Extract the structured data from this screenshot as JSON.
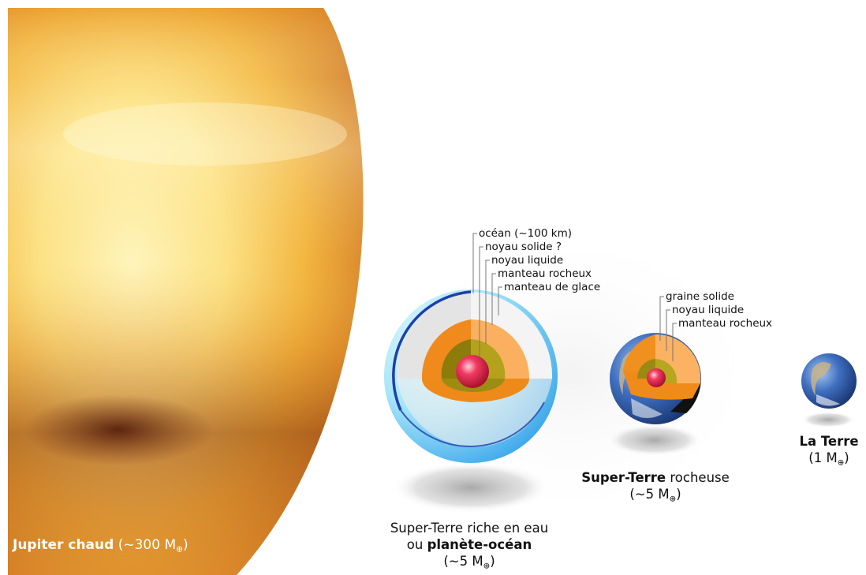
{
  "colors": {
    "jupiter_light": "#fff6b0",
    "jupiter_mid": "#f2b23a",
    "jupiter_dark": "#6e2a0e",
    "ocean_blue": "#62c6f2",
    "ice_mantle": "#ececec",
    "rock_mantle": "#f59a2a",
    "liquid_core": "#9a8a12",
    "solid_core": "#e0183c",
    "earth_blue": "#2a5da8"
  },
  "jupiter": {
    "name": "Jupiter chaud",
    "mass_prefix": "(~300 M",
    "mass_sub": "⊕",
    "mass_suffix": ")"
  },
  "ocean_planet": {
    "layers": [
      "océan (~100 km)",
      "noyau solide ?",
      "noyau liquide",
      "manteau rocheux",
      "manteau de glace"
    ],
    "caption_line1": "Super-Terre riche en eau",
    "caption_line2_prefix": "ou ",
    "caption_line2_bold": "planète-océan",
    "mass_prefix": "(~5 M",
    "mass_sub": "⊕",
    "mass_suffix": ")"
  },
  "rocky_planet": {
    "layers": [
      "graine solide",
      "noyau liquide",
      "manteau rocheux"
    ],
    "caption_bold": "Super-Terre",
    "caption_rest": " rocheuse",
    "mass_prefix": "(~5 M",
    "mass_sub": "⊕",
    "mass_suffix": ")"
  },
  "earth": {
    "name": "La Terre",
    "mass_prefix": "(1 M",
    "mass_sub": "⊕",
    "mass_suffix": ")"
  }
}
